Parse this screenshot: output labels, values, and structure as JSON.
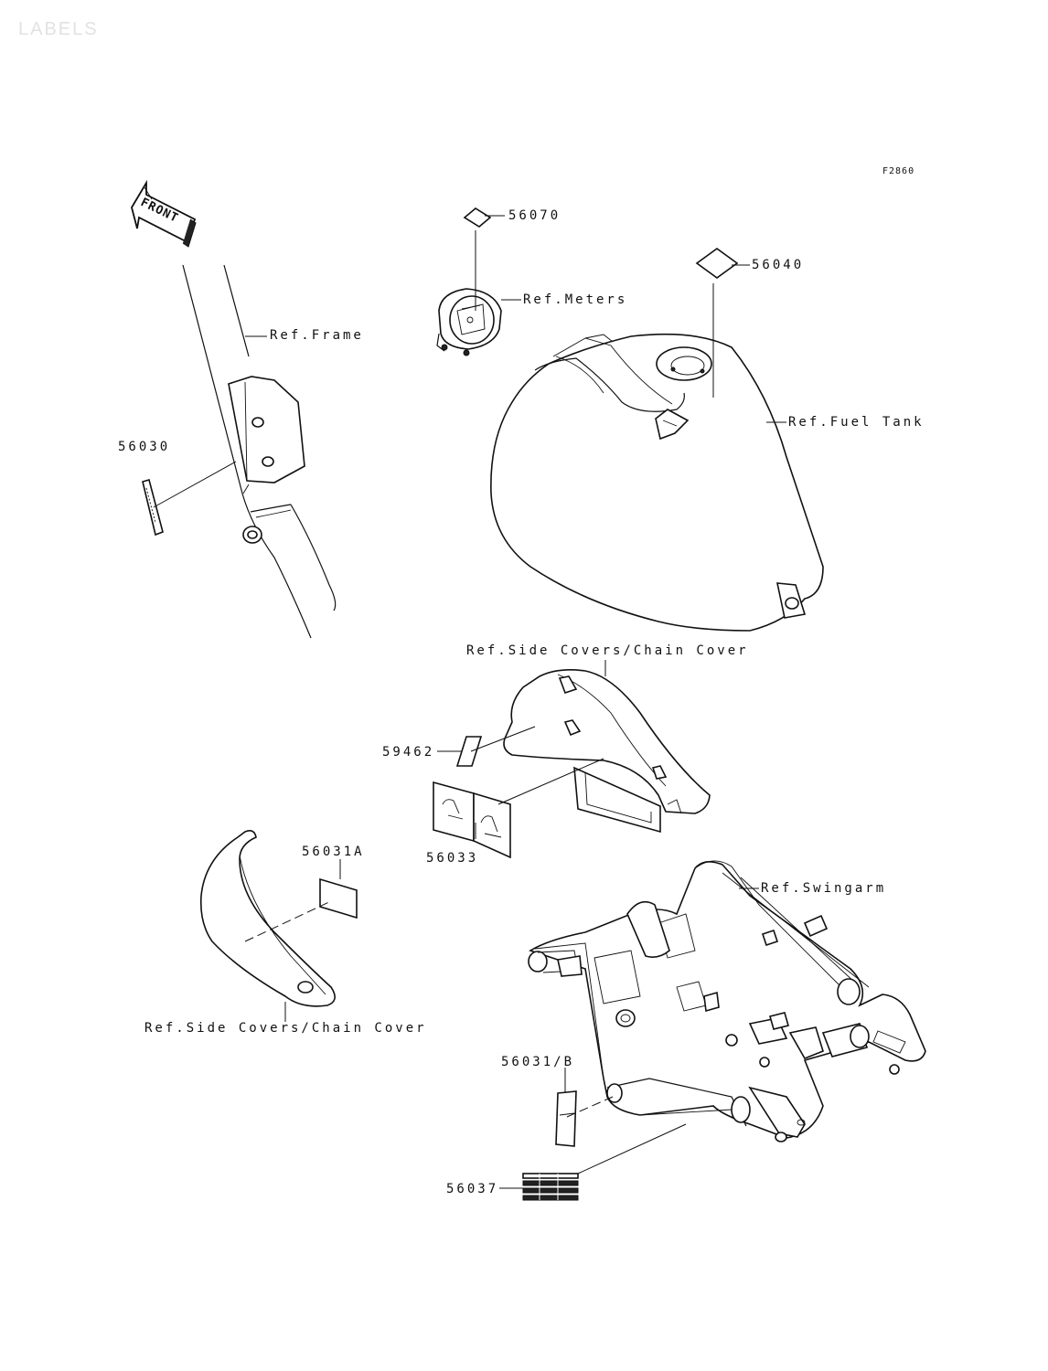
{
  "header": {
    "faint_title": "LABELS",
    "figure_code": "F2860"
  },
  "front_marker": "FRONT",
  "callouts": [
    {
      "id": "part-56070",
      "text": "56070"
    },
    {
      "id": "ref-meters",
      "text": "Ref.Meters"
    },
    {
      "id": "part-56040",
      "text": "56040"
    },
    {
      "id": "ref-frame",
      "text": "Ref.Frame"
    },
    {
      "id": "ref-fuel-tank",
      "text": "Ref.Fuel Tank"
    },
    {
      "id": "part-56030",
      "text": "56030"
    },
    {
      "id": "ref-side-covers-chain-cover-upper",
      "text": "Ref.Side Covers/Chain Cover"
    },
    {
      "id": "part-59462",
      "text": "59462"
    },
    {
      "id": "part-56033",
      "text": "56033"
    },
    {
      "id": "part-56031a",
      "text": "56031A"
    },
    {
      "id": "ref-swingarm",
      "text": "Ref.Swingarm"
    },
    {
      "id": "ref-side-covers-chain-cover-lower",
      "text": "Ref.Side Covers/Chain Cover"
    },
    {
      "id": "part-56031b",
      "text": "56031/B"
    },
    {
      "id": "part-56037",
      "text": "56037"
    }
  ]
}
